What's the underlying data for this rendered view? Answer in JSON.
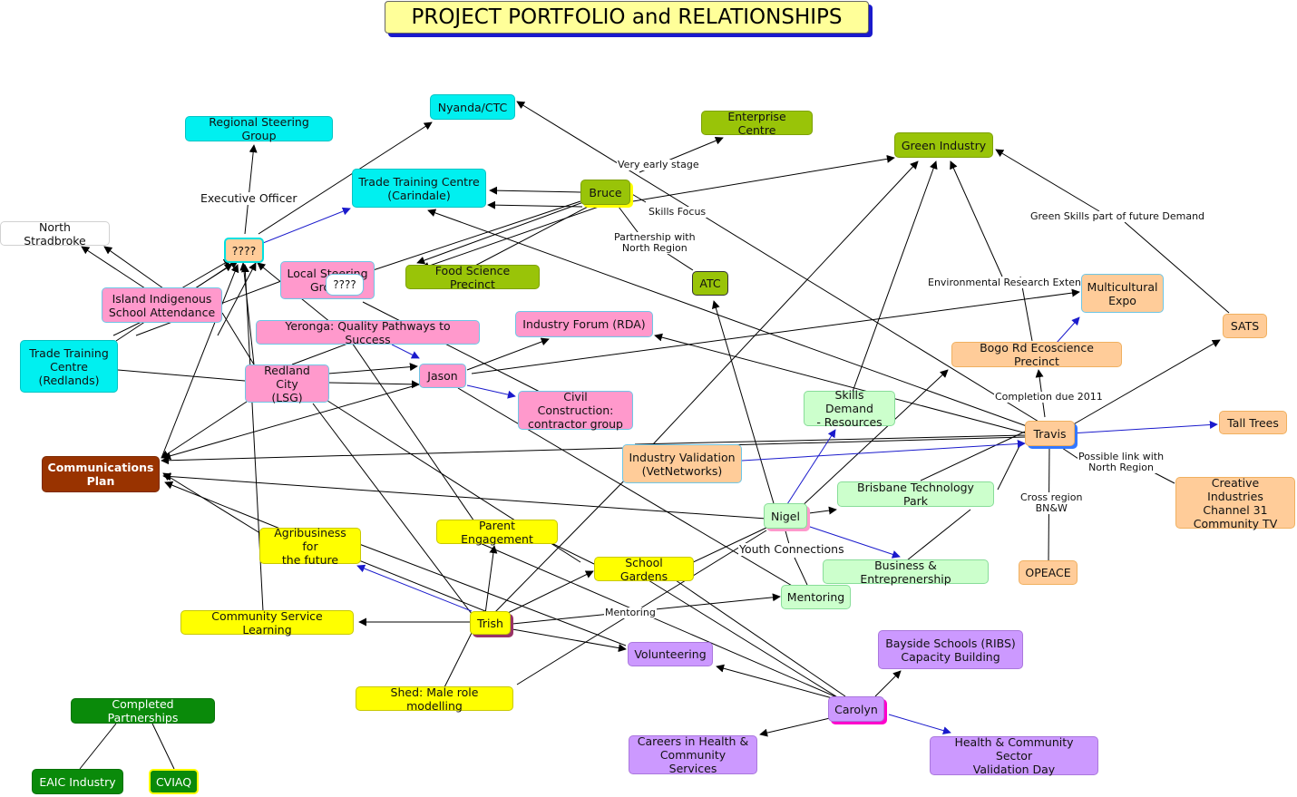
{
  "title": "PROJECT PORTFOLIO and RELATIONSHIPS",
  "colors": {
    "cyan": "#00f0f0",
    "lime": "#99c408",
    "pink": "#ff99cc",
    "peach": "#ffcc99",
    "light_green": "#ccffcc",
    "yellow": "#ffff00",
    "purple": "#cc99ff",
    "dark_green": "#0a8a0a",
    "brown": "#993300",
    "blue_arrow": "#1a1acc"
  },
  "nodes": {
    "nyanda": "Nyanda/CTC",
    "regional_steering": "Regional Steering Group",
    "enterprise_centre": "Enterprise Centre",
    "green_industry": "Green Industry",
    "trade_training_carindale": "Trade Training Centre\n(Carindale)",
    "bruce": "Bruce",
    "north_stradbroke": "North Stradbroke",
    "unknown_main": "????",
    "local_steering": "Local Steering\nGroup",
    "unknown_local": "????",
    "food_science": "Food Science Precinct",
    "atc": "ATC",
    "island_indigenous": "Island Indigenous\nSchool Attendance",
    "multicultural_expo": "Multicultural\nExpo",
    "sats": "SATS",
    "yeronga": "Yeronga: Quality Pathways to Success",
    "industry_forum": "Industry Forum (RDA)",
    "bogo_rd": "Bogo Rd Ecoscience Precinct",
    "trade_training_redlands": "Trade Training\nCentre\n(Redlands)",
    "redland_city": "Redland City\n(LSG)",
    "jason": "Jason",
    "civil_construction": "Civil Construction:\ncontractor group",
    "skills_demand": "Skills Demand\n- Resources",
    "travis": "Travis",
    "tall_trees": "Tall Trees",
    "communications_plan": "Communications\nPlan",
    "industry_validation": "Industry Validation\n(VetNetworks)",
    "brisbane_tech_park": "Brisbane Technology Park",
    "creative_industries": "Creative Industries\nChannel 31\nCommunity TV",
    "nigel": "Nigel",
    "agribusiness": "Agribusiness for\nthe future",
    "parent_engagement": "Parent Engagement",
    "school_gardens": "School Gardens",
    "business_entrepreneurship": "Business & Entreprenership",
    "opeace": "OPEACE",
    "mentoring": "Mentoring",
    "community_service": "Community Service Learning",
    "trish": "Trish",
    "volunteering": "Volunteering",
    "bayside_schools": "Bayside Schools (RIBS)\nCapacity Building",
    "completed_partnerships": "Completed Partnerships",
    "shed": "Shed: Male role modelling",
    "carolyn": "Carolyn",
    "careers_health": "Careers in Health &\nCommunity Services",
    "health_community": "Health & Community Sector\nValidation Day",
    "eaic": "EAIC Industry",
    "cviaq": "CVIAQ"
  },
  "link_labels": {
    "executive_officer": "Executive Officer",
    "very_early_stage": "Very early stage",
    "skills_focus": "Skills Focus",
    "partnership_north": "Partnership with\nNorth Region",
    "green_skills": "Green Skills part of future Demand",
    "environmental_research": "Environmental Research Extension",
    "completion_2011": "Completion due 2011",
    "possible_link": "Possible link with\nNorth Region",
    "cross_region": "Cross region\nBN&W",
    "youth_connections": "Youth Connections",
    "mentoring_label": "Mentoring"
  }
}
